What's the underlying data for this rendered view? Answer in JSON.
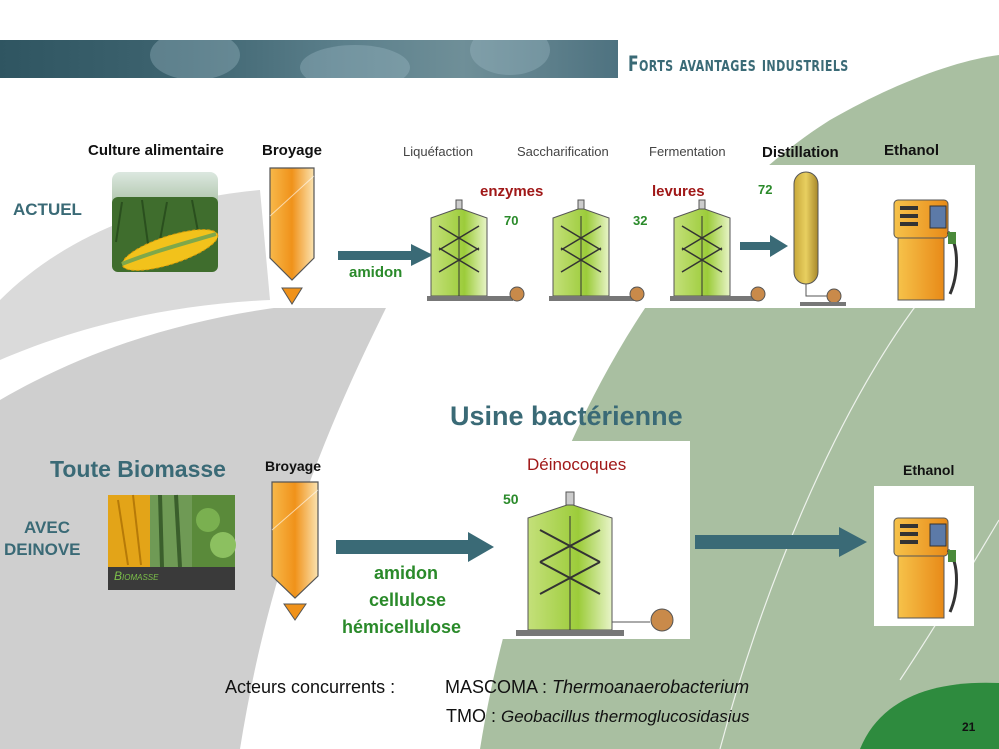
{
  "header": {
    "title": "Forts avantages industriels"
  },
  "top": {
    "row_label": "ACTUEL",
    "columns": {
      "culture": "Culture alimentaire",
      "broyage": "Broyage",
      "liquefaction": "Liquéfaction",
      "saccharification": "Saccharification",
      "fermentation": "Fermentation",
      "distillation": "Distillation",
      "ethanol": "Ethanol"
    },
    "enzymes": "enzymes",
    "levures": "levures",
    "amidon": "amidon",
    "values": {
      "v70": "70",
      "v32": "32",
      "v72": "72"
    }
  },
  "bottom": {
    "heading": "Usine bactérienne",
    "biomass_label": "Toute Biomasse",
    "row_label_1": "AVEC",
    "row_label_2": "DEINOVE",
    "biomasse_caption": "Biomasse",
    "broyage": "Broyage",
    "deinocoques": "Déinocoques",
    "value": "50",
    "inputs": [
      "amidon",
      "cellulose",
      "hémicellulose"
    ],
    "ethanol": "Ethanol"
  },
  "footer": {
    "prefix": "Acteurs concurrents :",
    "line1_org": "MASCOMA : ",
    "line1_species": "Thermoanaerobacterium",
    "line2_org": "TMO : ",
    "line2_species": "Geobacillus thermoglucosidasius"
  },
  "page_number": "21",
  "colors": {
    "teal": "#3a6a76",
    "green": "#2a8a2a",
    "red": "#a01818",
    "sage": "#a9bfa1"
  }
}
